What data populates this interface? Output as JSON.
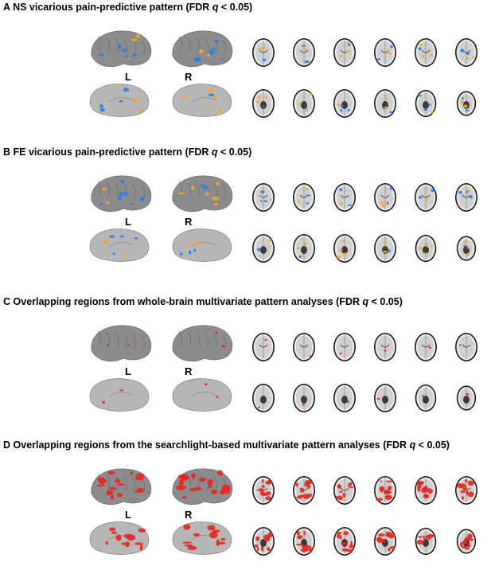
{
  "panels": [
    {
      "letter": "A",
      "title_pre": "NS vicarious pain-predictive pattern (FDR ",
      "q": "q",
      "title_post": " < 0.05)",
      "label_left": "L",
      "label_right": "R",
      "style": "orange-blue"
    },
    {
      "letter": "B",
      "title_pre": "FE vicarious pain-predictive pattern (FDR ",
      "q": "q",
      "title_post": " < 0.05)",
      "label_left": "L",
      "label_right": "R",
      "style": "orange-blue"
    },
    {
      "letter": "C",
      "title_pre": "Overlapping regions from whole-brain multivariate pattern analyses (FDR ",
      "q": "q",
      "title_post": " < 0.05)",
      "label_left": "L",
      "label_right": "R",
      "style": "sparse-red"
    },
    {
      "letter": "D",
      "title_pre": "Overlapping regions from the searchlight-based multivariate pattern analyses (FDR ",
      "q": "q",
      "title_post": " < 0.05)",
      "label_left": "L",
      "label_right": "R",
      "style": "heavy-red"
    }
  ],
  "colors": {
    "positive": "#f5a623",
    "negative": "#2b7de9",
    "overlap": "#e8261c",
    "cortex": "#8c8c8c",
    "medial": "#b7b7b7",
    "slice_gray": "#c9c9c9"
  }
}
